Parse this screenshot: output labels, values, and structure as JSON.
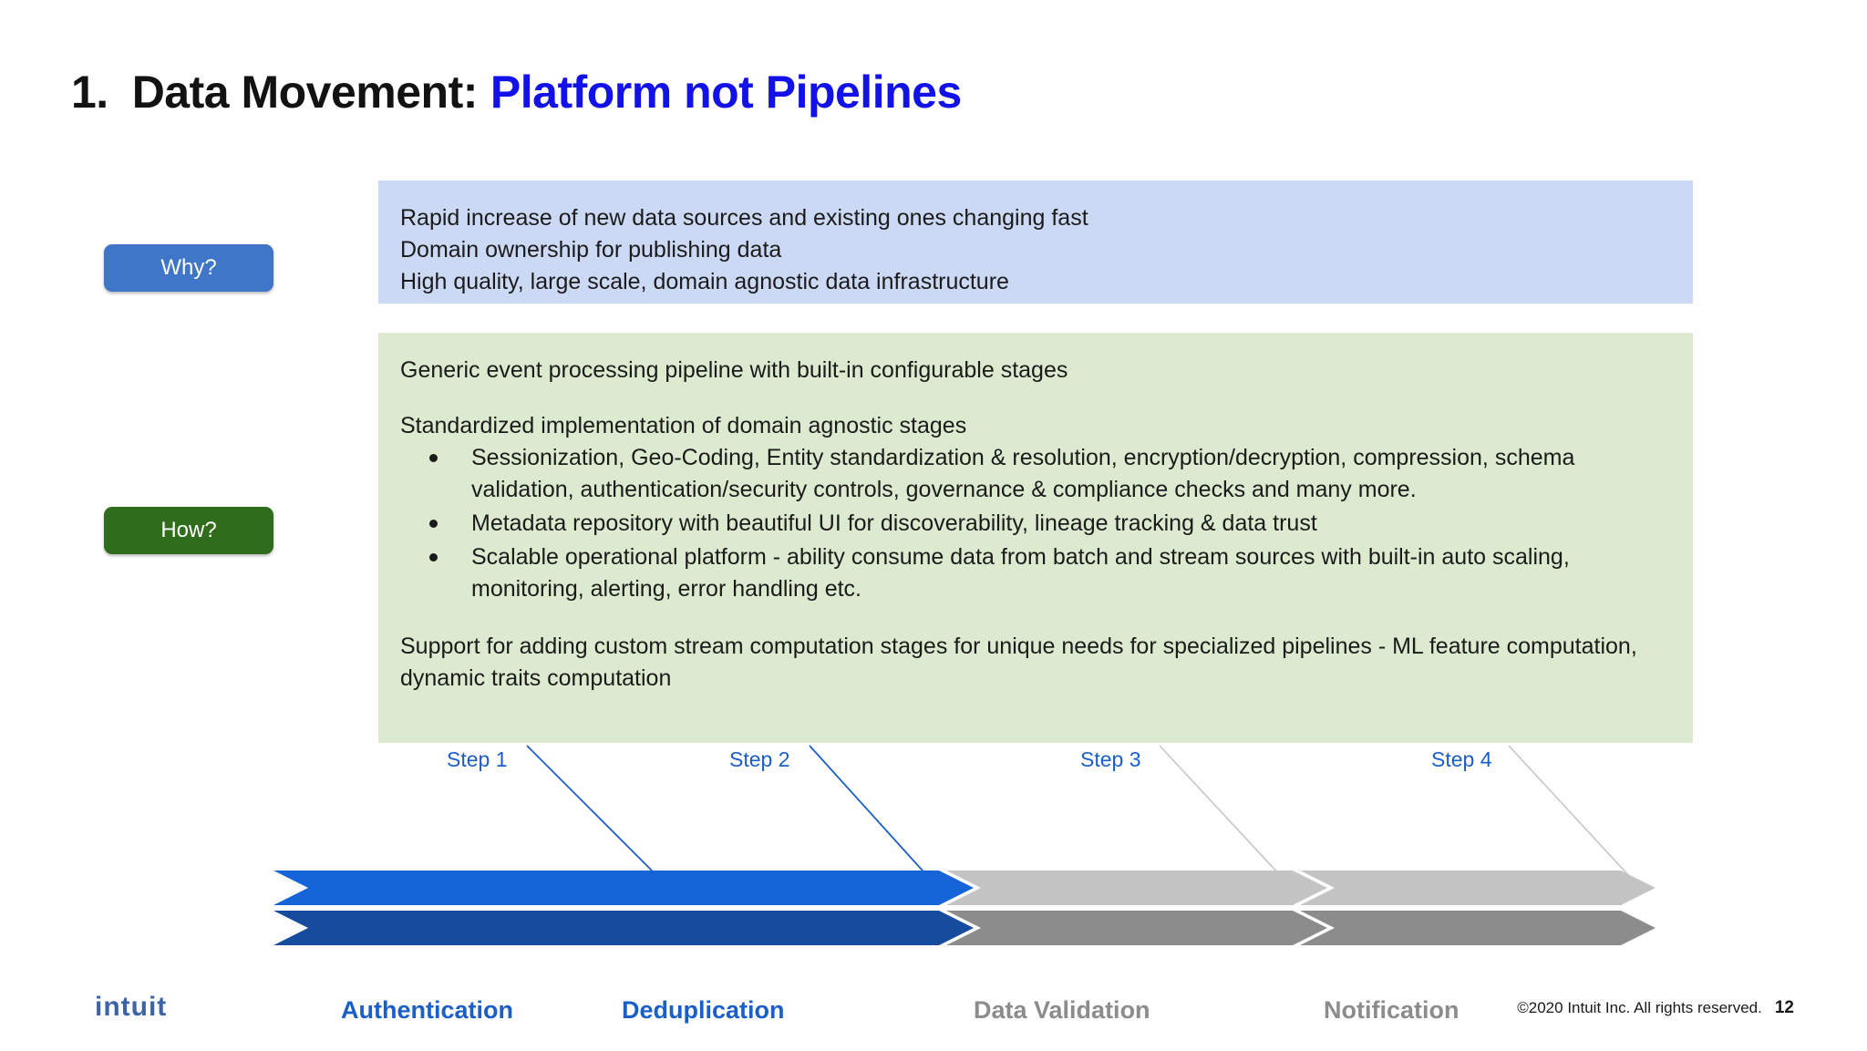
{
  "title": {
    "number": "1.",
    "black_part": "Data Movement:",
    "blue_part": "Platform not Pipelines"
  },
  "colors": {
    "title_blue": "#1212e8",
    "why_pill": "#3f76c8",
    "how_pill": "#2f6d1c",
    "why_panel": "#ccd9f5",
    "how_panel": "#dceacf",
    "step_blue": "#1a5fc8",
    "chevron_blue_top": "#1565d8",
    "chevron_blue_bottom": "#164b9e",
    "chevron_grey_top": "#c4c4c4",
    "chevron_grey_bottom": "#8c8c8c",
    "logo_blue": "#3d64a8"
  },
  "why": {
    "pill_label": "Why?",
    "lines": [
      "Rapid increase of new data sources and existing ones changing fast",
      "Domain ownership for publishing data",
      "High quality, large scale, domain agnostic data infrastructure"
    ]
  },
  "how": {
    "pill_label": "How?",
    "intro": "Generic event processing pipeline with built-in configurable stages",
    "subhead": "Standardized implementation of domain agnostic stages",
    "bullets": [
      "Sessionization, Geo-Coding, Entity standardization & resolution, encryption/decryption, compression, schema validation, authentication/security controls, governance & compliance checks and many more.",
      "Metadata repository with beautiful UI for discoverability, lineage tracking & data trust",
      "Scalable operational platform - ability consume data from batch and stream sources with built-in auto scaling, monitoring, alerting, error handling etc."
    ],
    "closing": "Support for adding custom stream computation stages for unique needs for specialized pipelines - ML feature computation, dynamic traits computation"
  },
  "pipeline": {
    "steps": [
      {
        "step_label": "Step 1",
        "stage_label": "Authentication",
        "tone": "blue"
      },
      {
        "step_label": "Step 2",
        "stage_label": "Deduplication",
        "tone": "blue"
      },
      {
        "step_label": "Step 3",
        "stage_label": "Data Validation",
        "tone": "grey"
      },
      {
        "step_label": "Step 4",
        "stage_label": "Notification",
        "tone": "grey"
      }
    ]
  },
  "footer": {
    "logo_text": "intuit",
    "copyright": "©2020 Intuit Inc. All rights reserved.",
    "page_number": "12"
  }
}
